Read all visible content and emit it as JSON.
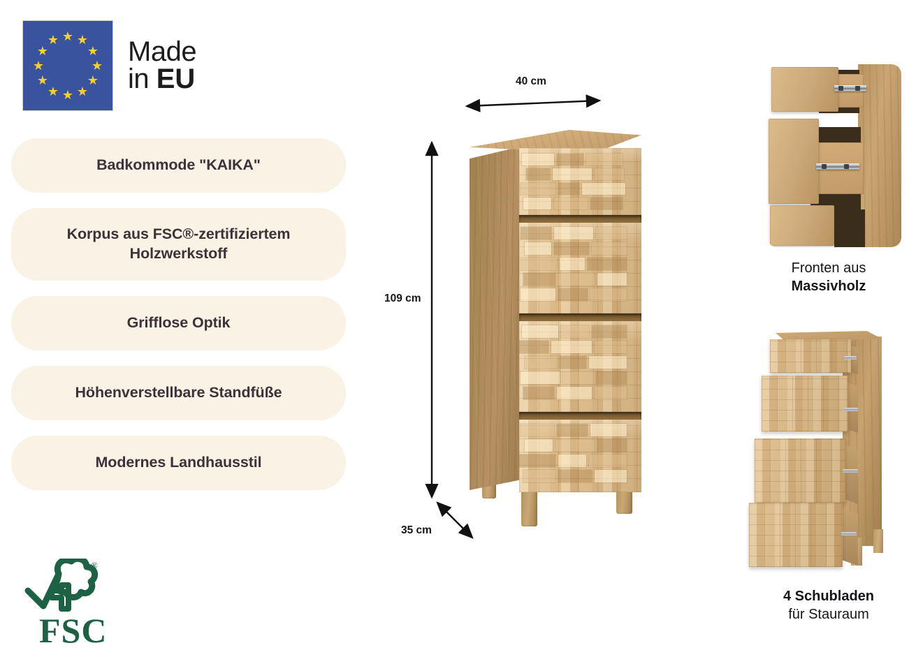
{
  "badge": {
    "name": "made-in-eu",
    "line1": "Made",
    "line2_prefix": "in ",
    "line2_bold": "EU",
    "flag_blue": "#39539F",
    "star_yellow": "#F5D12A",
    "star_count": 12
  },
  "features": [
    {
      "text": "Badkommode \"KAIKA\"",
      "lines": 1
    },
    {
      "text": "Korpus aus FSC®-zertifiziertem Holzwerkstoff",
      "lines": 2
    },
    {
      "text": "Grifflose Optik",
      "lines": 1
    },
    {
      "text": "Höhenverstellbare Standfüße",
      "lines": 1
    },
    {
      "text": "Modernes Landhausstil",
      "lines": 1
    }
  ],
  "fsc": {
    "wordmark": "FSC",
    "registered": "®",
    "color": "#1D6245"
  },
  "dimensions": {
    "width": "40 cm",
    "height": "109 cm",
    "depth": "35 cm"
  },
  "details": [
    {
      "name": "drawer-runners",
      "caption_normal": "Fronten aus",
      "caption_bold": "Massivholz"
    },
    {
      "name": "four-drawers-open",
      "caption_bold": "4 Schubladen",
      "caption_normal": "für Stauraum"
    }
  ],
  "colors": {
    "pill_bg": "#FAF2E4",
    "pill_text": "#3D3239",
    "caption_text": "#16151A",
    "page_bg": "#FFFFFF"
  }
}
